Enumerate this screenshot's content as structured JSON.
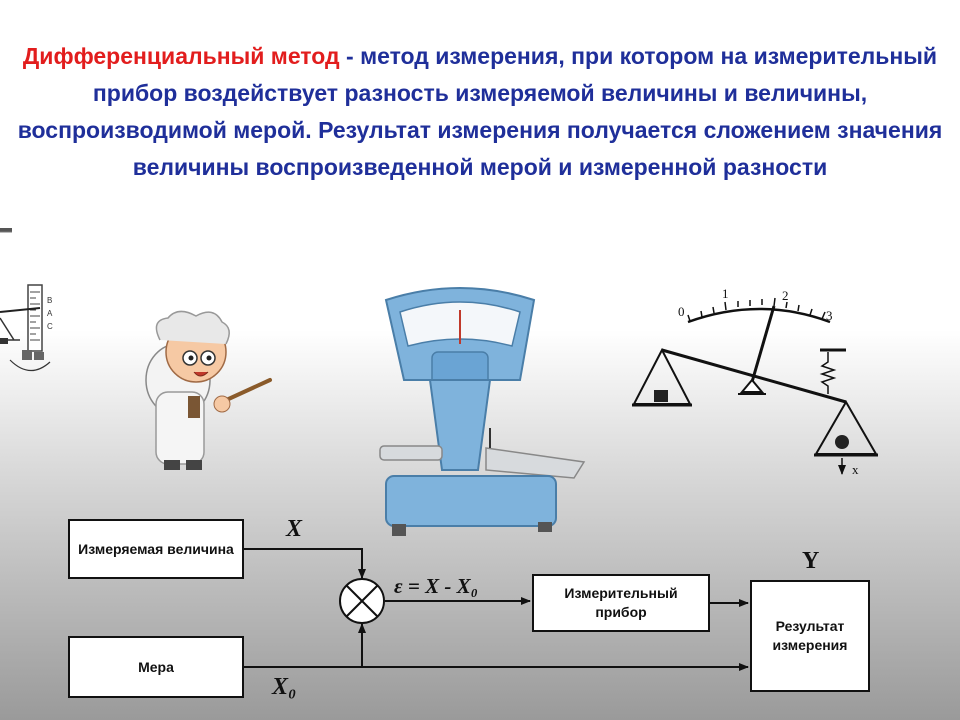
{
  "slide": {
    "title_highlight": "Дифференциальный метод",
    "title_rest": " - метод измерения, при котором на измерительный прибор воздействует разность измеряемой величины и величины, воспроизводимой мерой. Результат измерения получается сложением значения величины воспроизведенной мерой и измеренной разности"
  },
  "illustrations": {
    "left_scale_letters": [
      "B",
      "A",
      "C"
    ],
    "lever_dial_numbers": [
      "0",
      "1",
      "2",
      "3"
    ],
    "lever_arrow_label": "x"
  },
  "block_diagram": {
    "measured_box": "Измеряемая величина",
    "measure_box": "Мера",
    "instrument_box": "Измерительный прибор",
    "result_box": "Результат измерения",
    "label_x": "X",
    "label_x0": "X₀",
    "label_eps": "ε = X - X₀",
    "label_y": "Y"
  },
  "colors": {
    "title_blue": "#1f2f9a",
    "title_red": "#e21d1d",
    "scale_blue": "#7fb3dc"
  }
}
